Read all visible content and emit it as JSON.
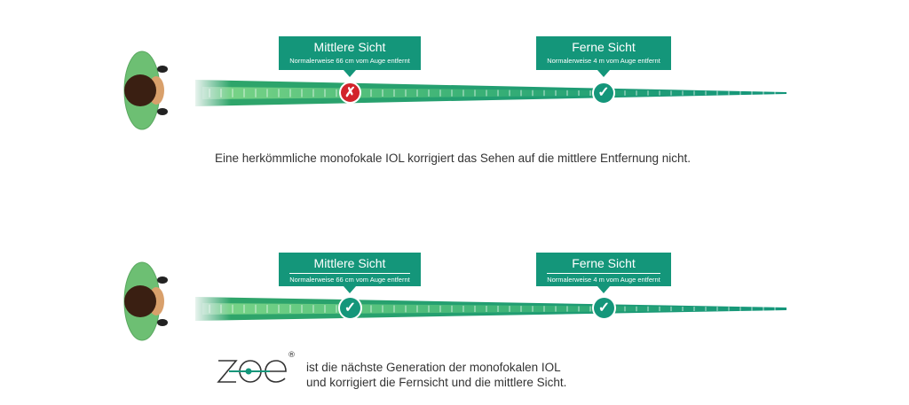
{
  "colors": {
    "accent": "#14967a",
    "error": "#d2232a",
    "skin": "#d9a06b",
    "hair": "#3a1f12",
    "shirt": "#6dbf73"
  },
  "scene_top": {
    "marker_mid": {
      "title": "Mittlere Sicht",
      "subtitle": "Normalerweise 66 cm vom Auge entfernt",
      "status": "✗"
    },
    "marker_far": {
      "title": "Ferne Sicht",
      "subtitle": "Normalerweise 4 m vom Auge entfernt",
      "status": "✓"
    },
    "caption": "Eine herkömmliche monofokale IOL korrigiert das Sehen auf die mittlere Entfernung nicht."
  },
  "scene_bottom": {
    "marker_mid": {
      "title": "Mittlere Sicht",
      "subtitle": "Normalerweise 66 cm vom Auge entfernt",
      "status": "✓"
    },
    "marker_far": {
      "title": "Ferne Sicht",
      "subtitle": "Normalerweise 4 m vom Auge entfernt",
      "status": "✓"
    },
    "logo": {
      "name": "zoe",
      "mark": "®"
    },
    "caption_line1": "ist die nächste Generation der monofokalen IOL",
    "caption_line2": "und korrigiert die Fernsicht und die mittlere Sicht."
  }
}
